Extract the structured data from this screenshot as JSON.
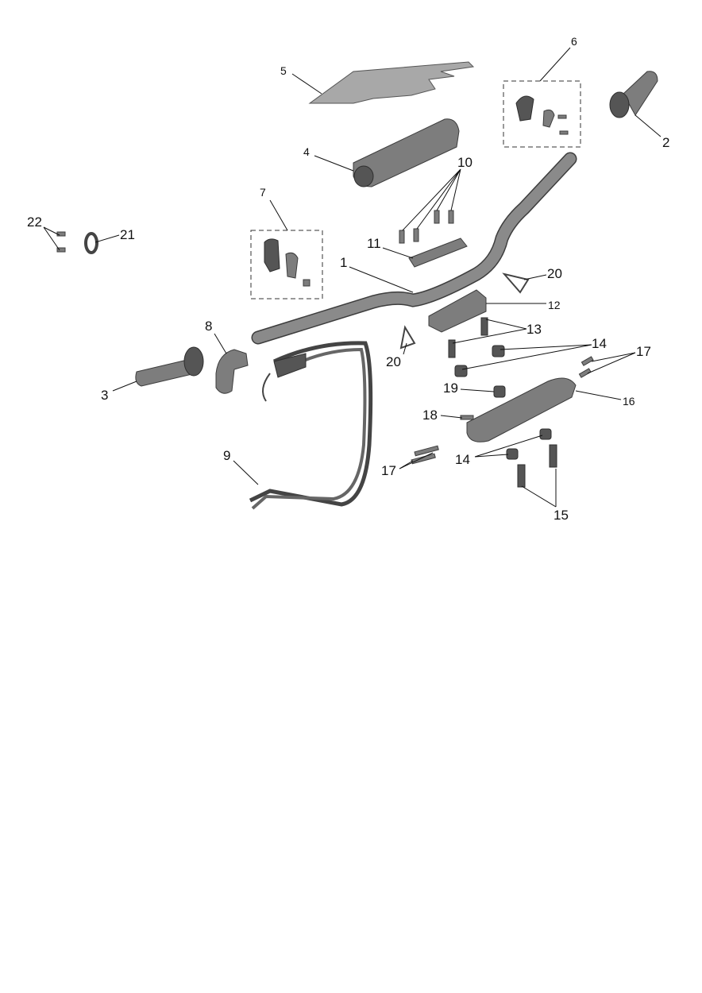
{
  "diagram": {
    "type": "exploded-parts-view",
    "callouts": [
      "1",
      "2",
      "3",
      "4",
      "5",
      "6",
      "7",
      "8",
      "9",
      "10",
      "11",
      "12",
      "13",
      "14",
      "15",
      "16",
      "17",
      "18",
      "19",
      "20",
      "21",
      "22"
    ],
    "colors": {
      "parts": "#7d7d7d",
      "lines": "#111111",
      "background": "#ffffff"
    }
  }
}
